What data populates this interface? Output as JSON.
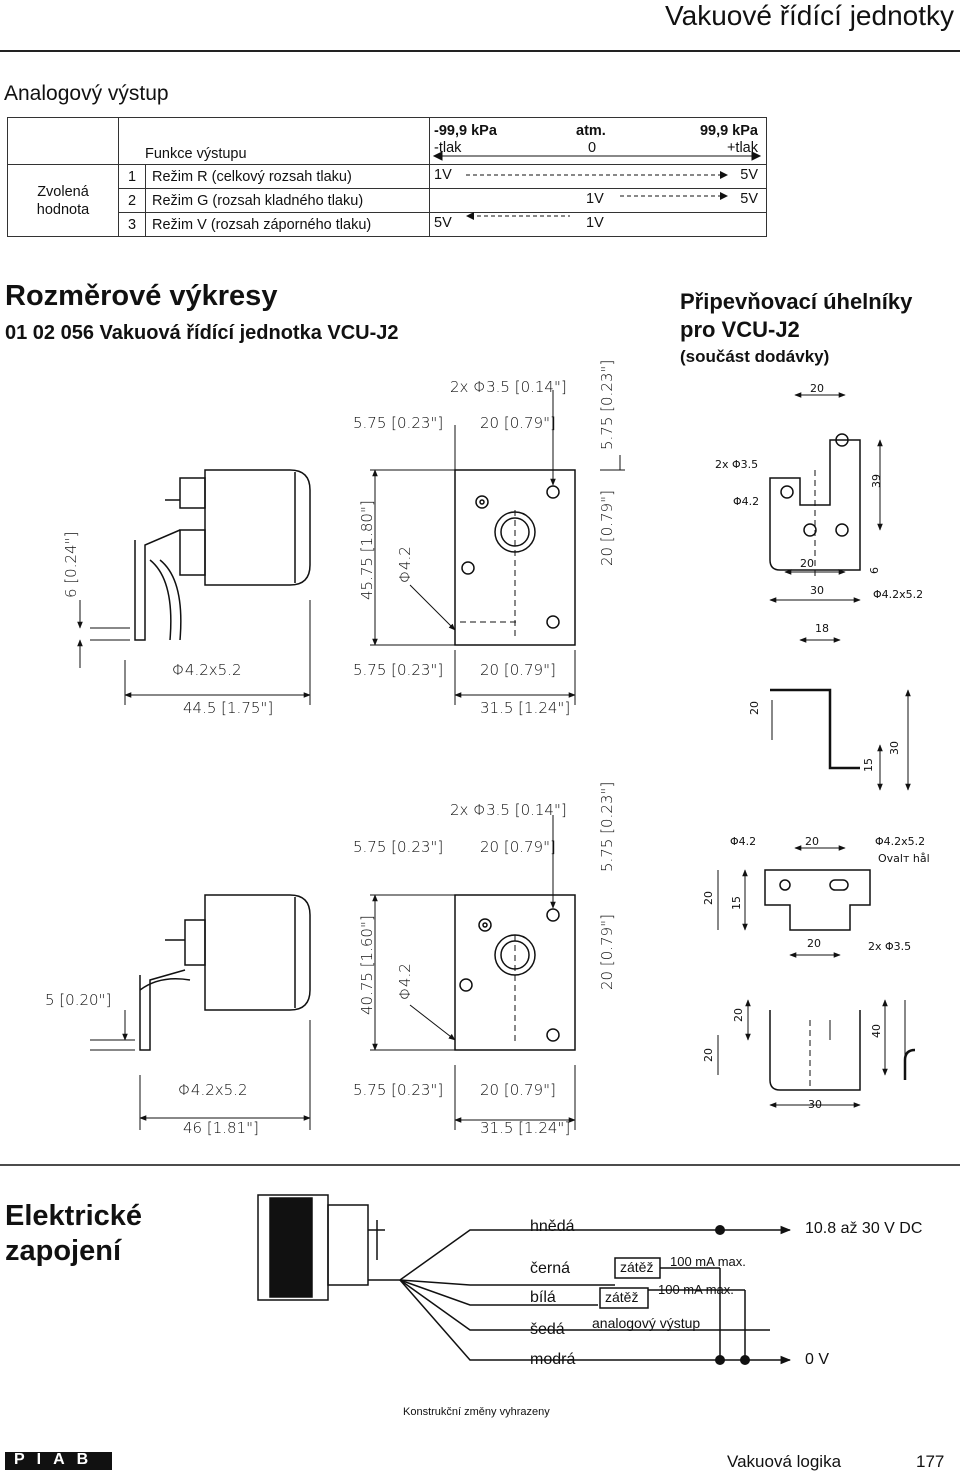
{
  "header": {
    "title": "Vakuové řídící jednotky"
  },
  "analog": {
    "heading": "Analogový výstup",
    "top_range": {
      "left": "-99,9 kPa",
      "mid": "atm.",
      "right": "99,9 kPa"
    },
    "sub_range": {
      "left": "-tlak",
      "mid": "0",
      "right": "+tlak"
    },
    "function_col": "Funkce výstupu",
    "row_group": "Zvolená hodnota",
    "rows": [
      {
        "n": "1",
        "mode": "Režim R (celkový rozsah tlaku)",
        "a": "1V",
        "b": "5V"
      },
      {
        "n": "2",
        "mode": "Režim G (rozsah kladného tlaku)",
        "a": "1V",
        "b": "5V"
      },
      {
        "n": "3",
        "mode": "Režim V (rozsah záporného tlaku)",
        "a": "5V",
        "b": "1V"
      }
    ]
  },
  "drawings": {
    "heading": "Rozměrové výkresy",
    "subheading": "01 02 056 Vakuová řídící jednotka VCU-J2",
    "bracket_title_1": "Připevňovací úhelníky",
    "bracket_title_2": "pro VCU-J2",
    "bracket_note": "(součást dodávky)",
    "d1": {
      "holes": "2x Φ3.5 [0.14\"]",
      "top_a": "5.75 [0.23\"]",
      "top_b": "20 [0.79\"]",
      "right_a": "5.75 [0.23\"]",
      "right_b": "20 [0.79\"]",
      "height": "45.75 [1.80\"]",
      "phi": "Φ4.2",
      "left": "6 [0.24\"]",
      "slot": "Φ4.2x5.2",
      "bot_a": "5.75 [0.23\"]",
      "bot_b": "20 [0.79\"]",
      "width": "44.5 [1.75\"]",
      "bot_w": "31.5 [1.24\"]"
    },
    "d2": {
      "holes": "2x Φ3.5 [0.14\"]",
      "top_a": "5.75 [0.23\"]",
      "top_b": "20 [0.79\"]",
      "right_a": "5.75 [0.23\"]",
      "right_b": "20 [0.79\"]",
      "height": "40.75 [1.60\"]",
      "phi": "Φ4.2",
      "left": "5 [0.20\"]",
      "slot": "Φ4.2x5.2",
      "bot_a": "5.75 [0.23\"]",
      "bot_b": "20 [0.79\"]",
      "width": "46 [1.81\"]",
      "bot_w": "31.5 [1.24\"]"
    },
    "b1": {
      "w20": "20",
      "holes": "2x Φ3.5",
      "phi": "Φ4.2",
      "h39": "39",
      "d20": "20",
      "d30": "30",
      "d6": "6",
      "slot": "Φ4.2x5.2",
      "d18": "18",
      "v20": "20",
      "v30": "30",
      "v15": "15"
    },
    "b2": {
      "phi": "Φ4.2",
      "w20": "20",
      "slot": "Φ4.2x5.2",
      "oval": "Ovalт hål",
      "v20": "20",
      "v15": "15",
      "d20": "20",
      "holes": "2x Φ3.5",
      "s20": "20",
      "s20b": "20",
      "h40": "40",
      "d30": "30"
    }
  },
  "electrical": {
    "heading_1": "Elektrické",
    "heading_2": "zapojení",
    "wires": [
      "hnědá",
      "černá",
      "bílá",
      "šedá",
      "modrá"
    ],
    "supply": "10.8 až 30 V DC",
    "load": "zátěž",
    "load_max": "100 mA max.",
    "analog_out": "analogový výstup",
    "zero": "0 V"
  },
  "footer": {
    "note": "Konstrukční změny vyhrazeny",
    "brand": "PIAB",
    "section": "Vakuová logika",
    "page": "177"
  }
}
